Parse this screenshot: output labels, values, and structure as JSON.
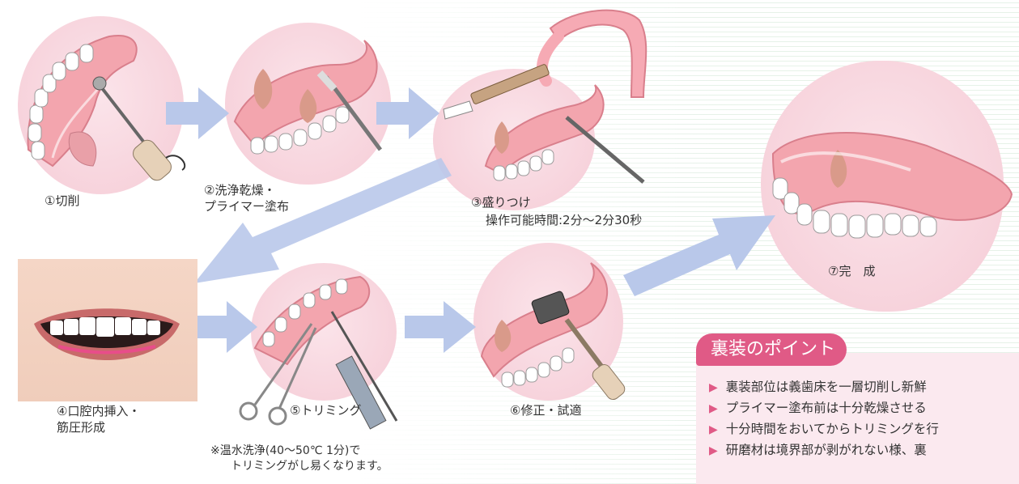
{
  "steps": [
    {
      "label": "①切削"
    },
    {
      "label_line1": "②洗浄乾燥・",
      "label_line2": "プライマー塗布"
    },
    {
      "label": "③盛りつけ",
      "sub": "操作可能時間:2分〜2分30秒"
    },
    {
      "label_line1": "④口腔内挿入・",
      "label_line2": "筋圧形成"
    },
    {
      "label": "⑤トリミング"
    },
    {
      "label": "⑥修正・試適"
    },
    {
      "label": "⑦完　成"
    }
  ],
  "note": {
    "line1": "※温水洗浄(40〜50℃ 1分)で",
    "line2": "トリミングがし易くなります。"
  },
  "points": {
    "title": "裏装のポイント",
    "items": [
      "裏装部位は義歯床を一層切削し新鮮",
      "プライマー塗布前は十分乾燥させる",
      "十分時間をおいてからトリミングを行",
      "研磨材は境界部が剥がれない様、裏"
    ]
  },
  "colors": {
    "blob": "#f7d3dc",
    "arrow": "#b9c8ea",
    "gum": "#f0939f",
    "accent": "#e05a86"
  }
}
